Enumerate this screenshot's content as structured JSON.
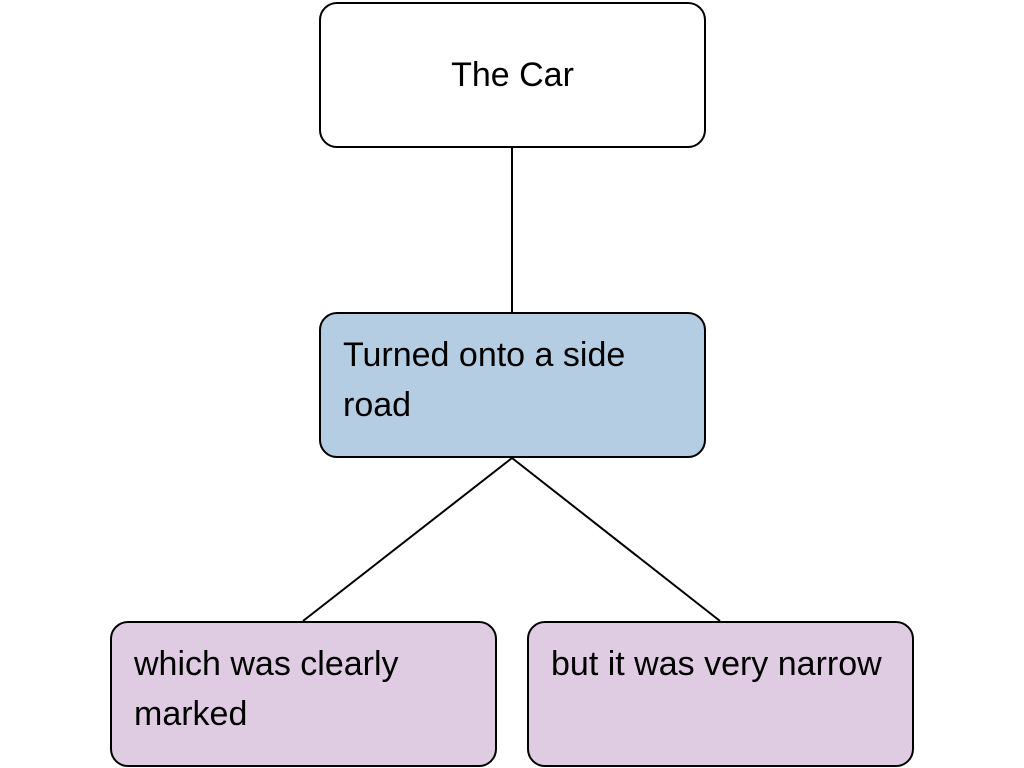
{
  "diagram": {
    "nodes": {
      "root": {
        "text": "The Car",
        "fill": "#ffffff"
      },
      "middle": {
        "text": "Turned onto a side road",
        "fill": "#b4cde2"
      },
      "left": {
        "text": "which was clearly marked",
        "fill": "#dfcce2"
      },
      "right": {
        "text": "but it was very narrow",
        "fill": "#dfcce2"
      }
    },
    "edges": [
      {
        "from": "root",
        "to": "middle"
      },
      {
        "from": "middle",
        "to": "left"
      },
      {
        "from": "middle",
        "to": "right"
      }
    ],
    "border_color": "#000000"
  }
}
